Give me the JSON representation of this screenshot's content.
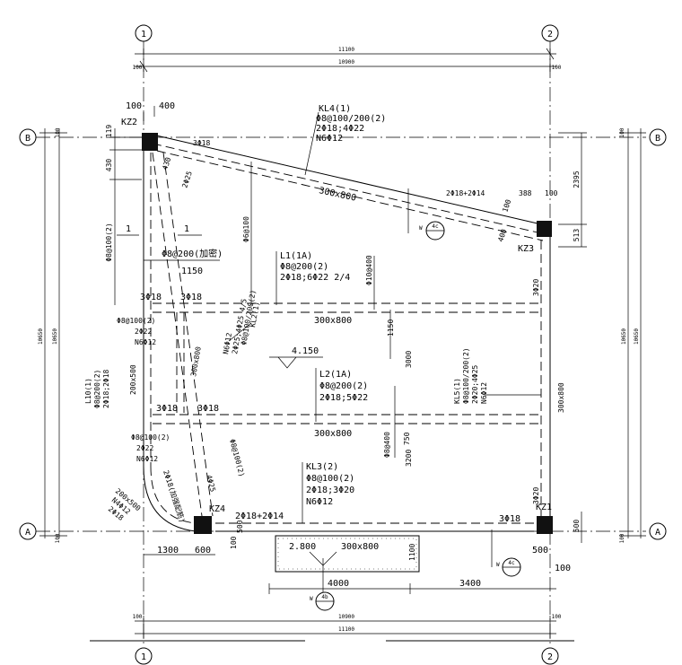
{
  "axes": {
    "col_left": "1",
    "col_right": "2",
    "row_top": "B",
    "row_bottom": "A"
  },
  "dims": {
    "top_total": "11100",
    "top_inner": "10900",
    "bot_inner": "10900",
    "bot_total": "11100",
    "top_left_100": "100",
    "top_right_100": "100",
    "bot_left_100": "100",
    "bot_right_100": "100",
    "kz2_100": "100",
    "kz2_400": "400",
    "left_119": "119",
    "left_430a": "430",
    "left_430b": "430",
    "left_total_outer": "10650",
    "left_total_inner": "10650",
    "right_total_outer": "10650",
    "right_total_inner": "10650",
    "right_2395": "2395",
    "right_513": "513",
    "right_388": "388",
    "right_100": "100",
    "right_500": "500",
    "bot_1300": "1300",
    "bot_600": "600",
    "bot_4000": "4000",
    "bot_3400": "3400",
    "bot_500": "500",
    "bot_100": "100",
    "mid_1150a": "1150",
    "mid_1150b": "1150",
    "mid_3000": "3000",
    "mid_3200": "3200",
    "mid_750": "750",
    "mid_400": "400",
    "mid_100": "100",
    "kz4_100": "100",
    "kz4_500": "500",
    "pit_1100": "1100",
    "ax_b_100": "100",
    "ax_a_100": "100",
    "ax_rb_100": "100",
    "ax_ra_100": "100"
  },
  "columns": {
    "kz1": "KZ1",
    "kz2": "KZ2",
    "kz3": "KZ3",
    "kz4": "KZ4"
  },
  "beams": {
    "kl4": [
      "KL4(1)",
      "Φ8@100/200(2)",
      "2Φ18;4Φ22",
      "N6Φ12"
    ],
    "kl4_size": "300x800",
    "kl4_bot": "2Φ18+2Φ14",
    "kl4_left": "3Φ18",
    "l1": [
      "L1(1A)",
      "Φ8@200(2)",
      "2Φ18;6Φ22 2/4"
    ],
    "l1_size": "300x800",
    "l2": [
      "L2(1A)",
      "Φ8@200(2)",
      "2Φ18;5Φ22"
    ],
    "l2_size": "300x800",
    "kl3": [
      "KL3(2)",
      "Φ8@100(2)",
      "2Φ18;3Φ20",
      "N6Φ12"
    ],
    "kl3_size": "300x800",
    "kl3_bot": "2Φ18+2Φ14",
    "kl3_right": "3Φ18",
    "kl5": [
      "KL5(1)",
      "Φ8@100/200(2)",
      "2Φ20;4Φ25",
      "N6Φ12"
    ],
    "kl5_size": "300x800",
    "kl5_top": "3Φ20",
    "kl5_bot": "3Φ20",
    "kl2": [
      "KL2(1)",
      "Φ8@100/200(2)",
      "2Φ25;4Φ25 4/5",
      "N6Φ12"
    ],
    "kl2_size": "300x800",
    "l10": [
      "L10(1)",
      "Φ8@200(2)",
      "2Φ18;2Φ18"
    ],
    "l10_size": "200x500",
    "left_stirrup1": "Φ8@100(2)",
    "left_stirrup2": "Φ8@100(2)",
    "left_2022a": "2Φ22",
    "left_n6a": "N6Φ12",
    "left_stirrup3": "Φ8@100(2)",
    "left_2022b": "2Φ22",
    "left_n6b": "N6Φ12",
    "curve_beam": "2Φ18(加强配筋)",
    "corner_200": "200x500",
    "corner_n4": "N4Φ12",
    "corner_2018": "2Φ18",
    "phi8_200": "Φ8@200(加密)",
    "phi6_100": "Φ6@100",
    "phi10_400": "Φ10@400",
    "phi8_400": "Φ8@400",
    "phi8_100_diag": "Φ8@100(2)",
    "phi25_4": "4Φ25",
    "r3_18a": "3Φ18",
    "r3_18b": "3Φ18",
    "r3_18c": "3Φ18",
    "r3_18d": "3Φ18",
    "slope_25": "2Φ25",
    "sec_1a": "1",
    "sec_1b": "1",
    "pit_size": "300x800",
    "pit_level": "2.800"
  },
  "level_mark": "4.150",
  "details": {
    "d1_top": "4c",
    "d1_bot": "-",
    "d2_top": "4c",
    "d2_bot": "-",
    "d3_top": "4b",
    "d3_bot": "-",
    "d_label": "W"
  }
}
